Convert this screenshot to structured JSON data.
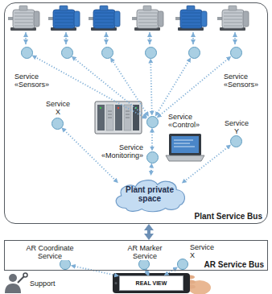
{
  "diagram": {
    "nodes": [
      {
        "text": [
          "Plant Service Bus"
        ]
      },
      {
        "text": [
          "Service «Sensors»"
        ],
        "in": 0
      },
      {
        "text": [],
        "in": 0
      },
      {
        "text": [],
        "in": 0
      },
      {
        "text": [],
        "in": 0
      },
      {
        "text": [],
        "in": 0
      },
      {
        "text": [
          "Service «Sensors»"
        ],
        "in": 0
      },
      {
        "text": [
          "Service X"
        ],
        "in": 0
      },
      {
        "text": [
          "Service «Control»"
        ],
        "in": 0
      },
      {
        "text": [
          "Service «Monitoring»"
        ],
        "in": 0
      },
      {
        "text": [
          "Service Y"
        ],
        "in": 0
      },
      {
        "text": [
          "Plant private space"
        ],
        "in": 0
      },
      {
        "text": [
          "AR Service Bus"
        ]
      },
      {
        "text": [
          "AR Coordinate Service"
        ],
        "in": 12
      },
      {
        "text": [
          "AR Marker Service"
        ],
        "in": 12
      },
      {
        "text": [
          "Service X"
        ],
        "in": 12
      },
      {
        "text": [
          "REAL VIEW"
        ]
      }
    ],
    "edges": [
      {
        "from": 8,
        "to": 1,
        "arrow": "both"
      },
      {
        "from": 8,
        "to": 2,
        "arrow": "both"
      },
      {
        "from": 8,
        "to": 3,
        "arrow": "both"
      },
      {
        "from": 8,
        "to": 4,
        "arrow": "both"
      },
      {
        "from": 8,
        "to": 5,
        "arrow": "both"
      },
      {
        "from": 8,
        "to": 6,
        "arrow": "both"
      },
      {
        "from": 8,
        "to": 9,
        "arrow": "both"
      },
      {
        "from": 9,
        "to": 11,
        "arrow": "both"
      },
      {
        "from": 7,
        "to": 11,
        "arrow": "both"
      },
      {
        "from": 10,
        "to": 11,
        "arrow": "both"
      },
      {
        "from": 0,
        "to": 12,
        "arrow": "both"
      },
      {
        "from": 13,
        "to": 16,
        "arrow": "both"
      },
      {
        "from": 14,
        "to": 16,
        "arrow": "both"
      },
      {
        "from": 15,
        "to": 16,
        "arrow": "both"
      }
    ],
    "labels": [
      "Support"
    ]
  }
}
